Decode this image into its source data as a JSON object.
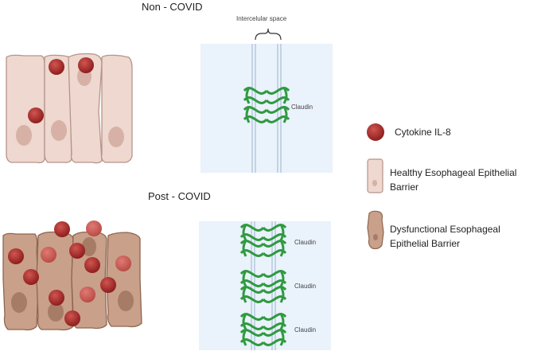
{
  "top": {
    "title": "Non - COVID",
    "intercellular_label": "Intercelular space",
    "claudin_label": "Claudin"
  },
  "bottom": {
    "title": "Post - COVID",
    "claudin_labels": [
      "Claudin",
      "Claudin",
      "Claudin"
    ]
  },
  "legend": {
    "cytokine": "Cytokine IL-8",
    "healthy": "Healthy Esophageal Epithelial Barrier",
    "dysfunctional": "Dysfunctional Esophageal Epithelial Barrier"
  },
  "colors": {
    "cytokine": "#b22b2b",
    "healthy_cell": "#eed8cf",
    "dysfunctional_cell": "#c9a08a",
    "claudin": "#2f9a3f",
    "space_bg": "#eaf2fb"
  }
}
